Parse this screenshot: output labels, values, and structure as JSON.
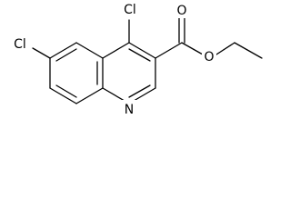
{
  "structure": {
    "atoms": {
      "cl_4": "Cl",
      "cl_6": "Cl",
      "n_1": "N",
      "o_carbonyl": "O",
      "o_ester": "O"
    }
  },
  "colors": {
    "bond": "#000000",
    "label": "#000000",
    "background": "#ffffff"
  }
}
